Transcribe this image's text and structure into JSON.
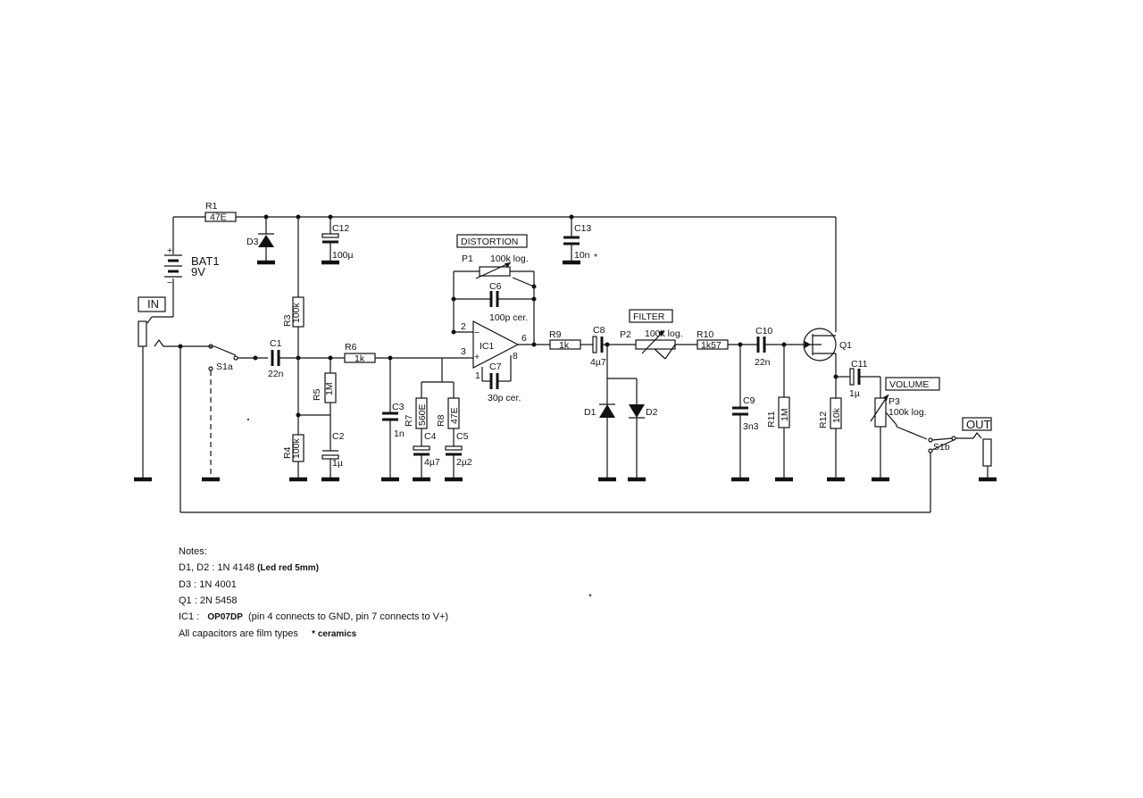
{
  "labels": {
    "R1": "R1",
    "R1_val": "47E",
    "BAT1": "BAT1",
    "BAT1_val": "9V",
    "D3": "D3",
    "C12": "C12",
    "C12_val": "100µ",
    "C13": "C13",
    "C13_val": "10n",
    "C13_star": "*",
    "IN": "IN",
    "OUT": "OUT",
    "S1a": "S1a",
    "S1b": "S1b",
    "C1": "C1",
    "C1_val": "22n",
    "R3": "R3",
    "R3_val": "100k",
    "R5": "R5",
    "R5_val": "1M",
    "R4": "R4",
    "R4_val": "100k",
    "C2": "C2",
    "C2_val": "1µ",
    "R6": "R6",
    "R6_val": "1k",
    "C3": "C3",
    "C3_val": "1n",
    "R7": "R7",
    "R7_val": "560E",
    "R8": "R8",
    "R8_val": "47E",
    "C4": "C4",
    "C4_val": "4µ7",
    "C5": "C5",
    "C5_val": "2µ2",
    "DISTORTION": "DISTORTION",
    "P1": "P1",
    "P1_val": "100k log.",
    "C6": "C6",
    "C6_val": "100p cer.",
    "C7": "C7",
    "C7_val": "30p cer.",
    "IC1": "IC1",
    "pin2": "2",
    "pin3": "3",
    "pin6": "6",
    "pin1": "1",
    "pin8": "8",
    "minus": "−",
    "plus": "+",
    "R9": "R9",
    "R9_val": "1k",
    "C8": "C8",
    "C8_val": "4µ7",
    "FILTER": "FILTER",
    "P2": "P2",
    "P2_val": "100k log.",
    "R10": "R10",
    "R10_val": "1k57",
    "C10": "C10",
    "C10_val": "22n",
    "D1": "D1",
    "D2": "D2",
    "C9": "C9",
    "C9_val": "3n3",
    "R11": "R11",
    "R11_val": "1M",
    "Q1": "Q1",
    "R12": "R12",
    "R12_val": "10k",
    "C11": "C11",
    "C11_val": "1µ",
    "VOLUME": "VOLUME",
    "P3": "P3",
    "P3_val": "100k log."
  },
  "notes": {
    "title": "Notes:",
    "line1": "D1, D2 :  1N 4148",
    "line1_bold": "(Led red 5mm)",
    "line2": "D3 :  1N 4001",
    "line3": "Q1 :  2N 5458",
    "line4_prefix": "IC1 :",
    "line4_bold": "OP07DP",
    "line4_suffix": "(pin 4 connects to GND, pin 7 connects to V+)",
    "line5": "All capacitors are film types",
    "line5_star": "* ceramics",
    "stray_star": "*"
  }
}
